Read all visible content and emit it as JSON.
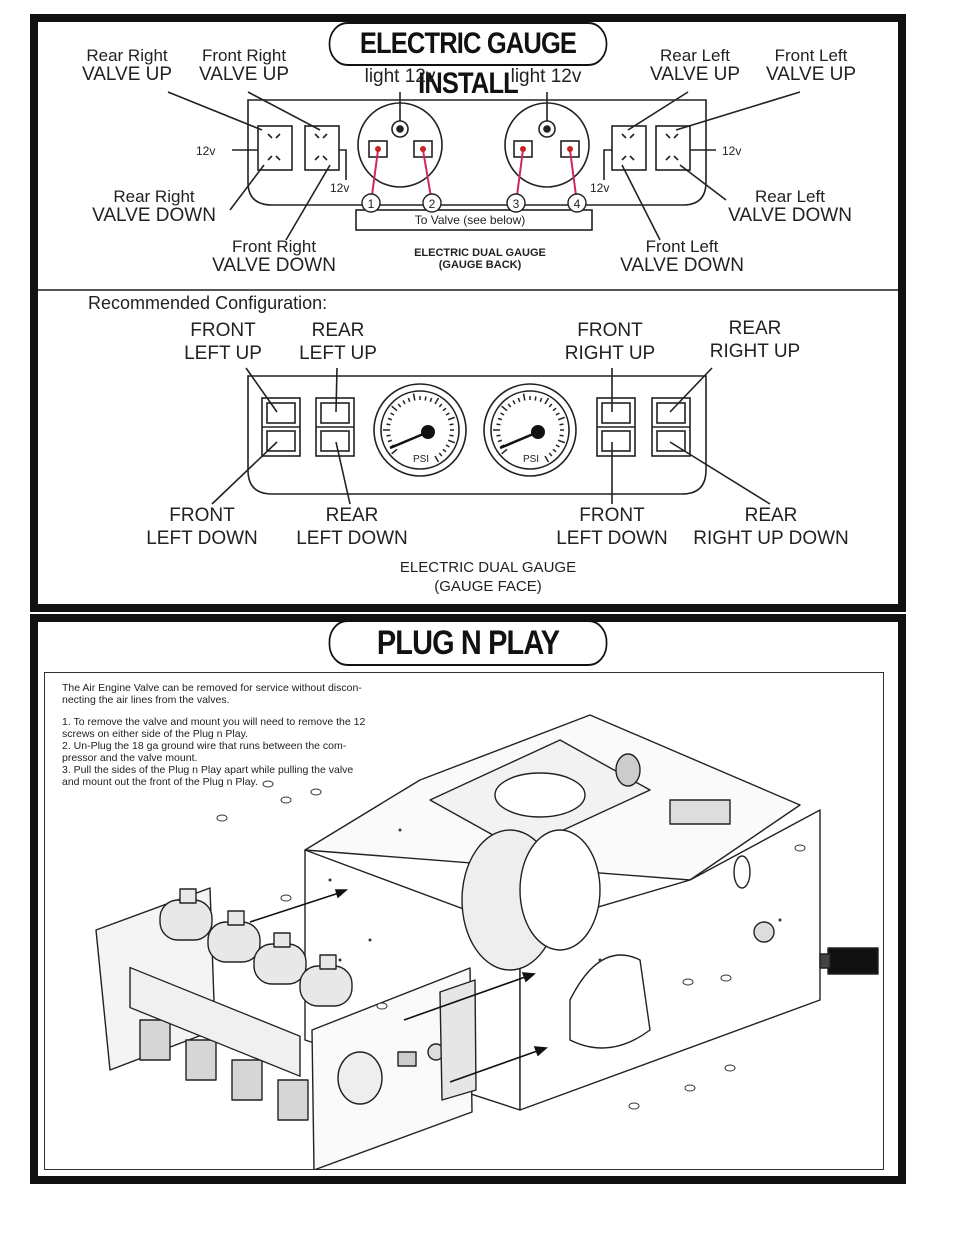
{
  "install": {
    "title": "ELECTRIC GAUGE INSTALL",
    "top_labels": {
      "rear_right_up": [
        "Rear Right",
        "VALVE UP"
      ],
      "front_right_up": [
        "Front Right",
        "VALVE UP"
      ],
      "light_left": "light 12v",
      "light_right": "light 12v",
      "rear_left_up": [
        "Rear Left",
        "VALVE UP"
      ],
      "front_left_up": [
        "Front Left",
        "VALVE UP"
      ]
    },
    "bottom_labels": {
      "rear_right_down": [
        "Rear Right",
        "VALVE DOWN"
      ],
      "front_right_down": [
        "Front Right",
        "VALVE DOWN"
      ],
      "rear_left_down": [
        "Rear Left",
        "VALVE DOWN"
      ],
      "front_left_down": [
        "Front Left",
        "VALVE DOWN"
      ]
    },
    "voltage_12v": "12v",
    "terminals": [
      "1",
      "2",
      "3",
      "4"
    ],
    "to_valve": "To Valve (see below)",
    "caption": [
      "ELECTRIC DUAL GAUGE",
      "(GAUGE BACK)"
    ]
  },
  "config": {
    "heading": "Recommended Configuration:",
    "top_labels": {
      "front_left_up": [
        "FRONT",
        "LEFT UP"
      ],
      "rear_left_up": [
        "REAR",
        "LEFT UP"
      ],
      "front_right_up": [
        "FRONT",
        "RIGHT UP"
      ],
      "rear_right_up": [
        "REAR",
        "RIGHT UP"
      ]
    },
    "bottom_labels": {
      "front_left_down": [
        "FRONT",
        "LEFT DOWN"
      ],
      "rear_left_down": [
        "REAR",
        "LEFT DOWN"
      ],
      "front_left_down_2": [
        "FRONT",
        "LEFT DOWN"
      ],
      "rear_right_up_down": [
        "REAR",
        "RIGHT UP DOWN"
      ]
    },
    "psi": "PSI",
    "caption": [
      "ELECTRIC DUAL GAUGE",
      "(GAUGE FACE)"
    ]
  },
  "plug": {
    "title": "PLUG N PLAY",
    "intro": [
      "The Air Engine Valve can be removed for service without discon-",
      "necting the air lines from the valves."
    ],
    "steps": [
      [
        "1. To remove the valve and mount you will need to remove the 12",
        "screws on either side of the Plug n Play."
      ],
      [
        "2.  Un-Plug the 18 ga ground wire that runs between the com-",
        "pressor and the valve mount."
      ],
      [
        "3.  Pull the sides of the Plug n Play apart while pulling the valve",
        "and mount out the front of the Plug n Play."
      ]
    ]
  }
}
